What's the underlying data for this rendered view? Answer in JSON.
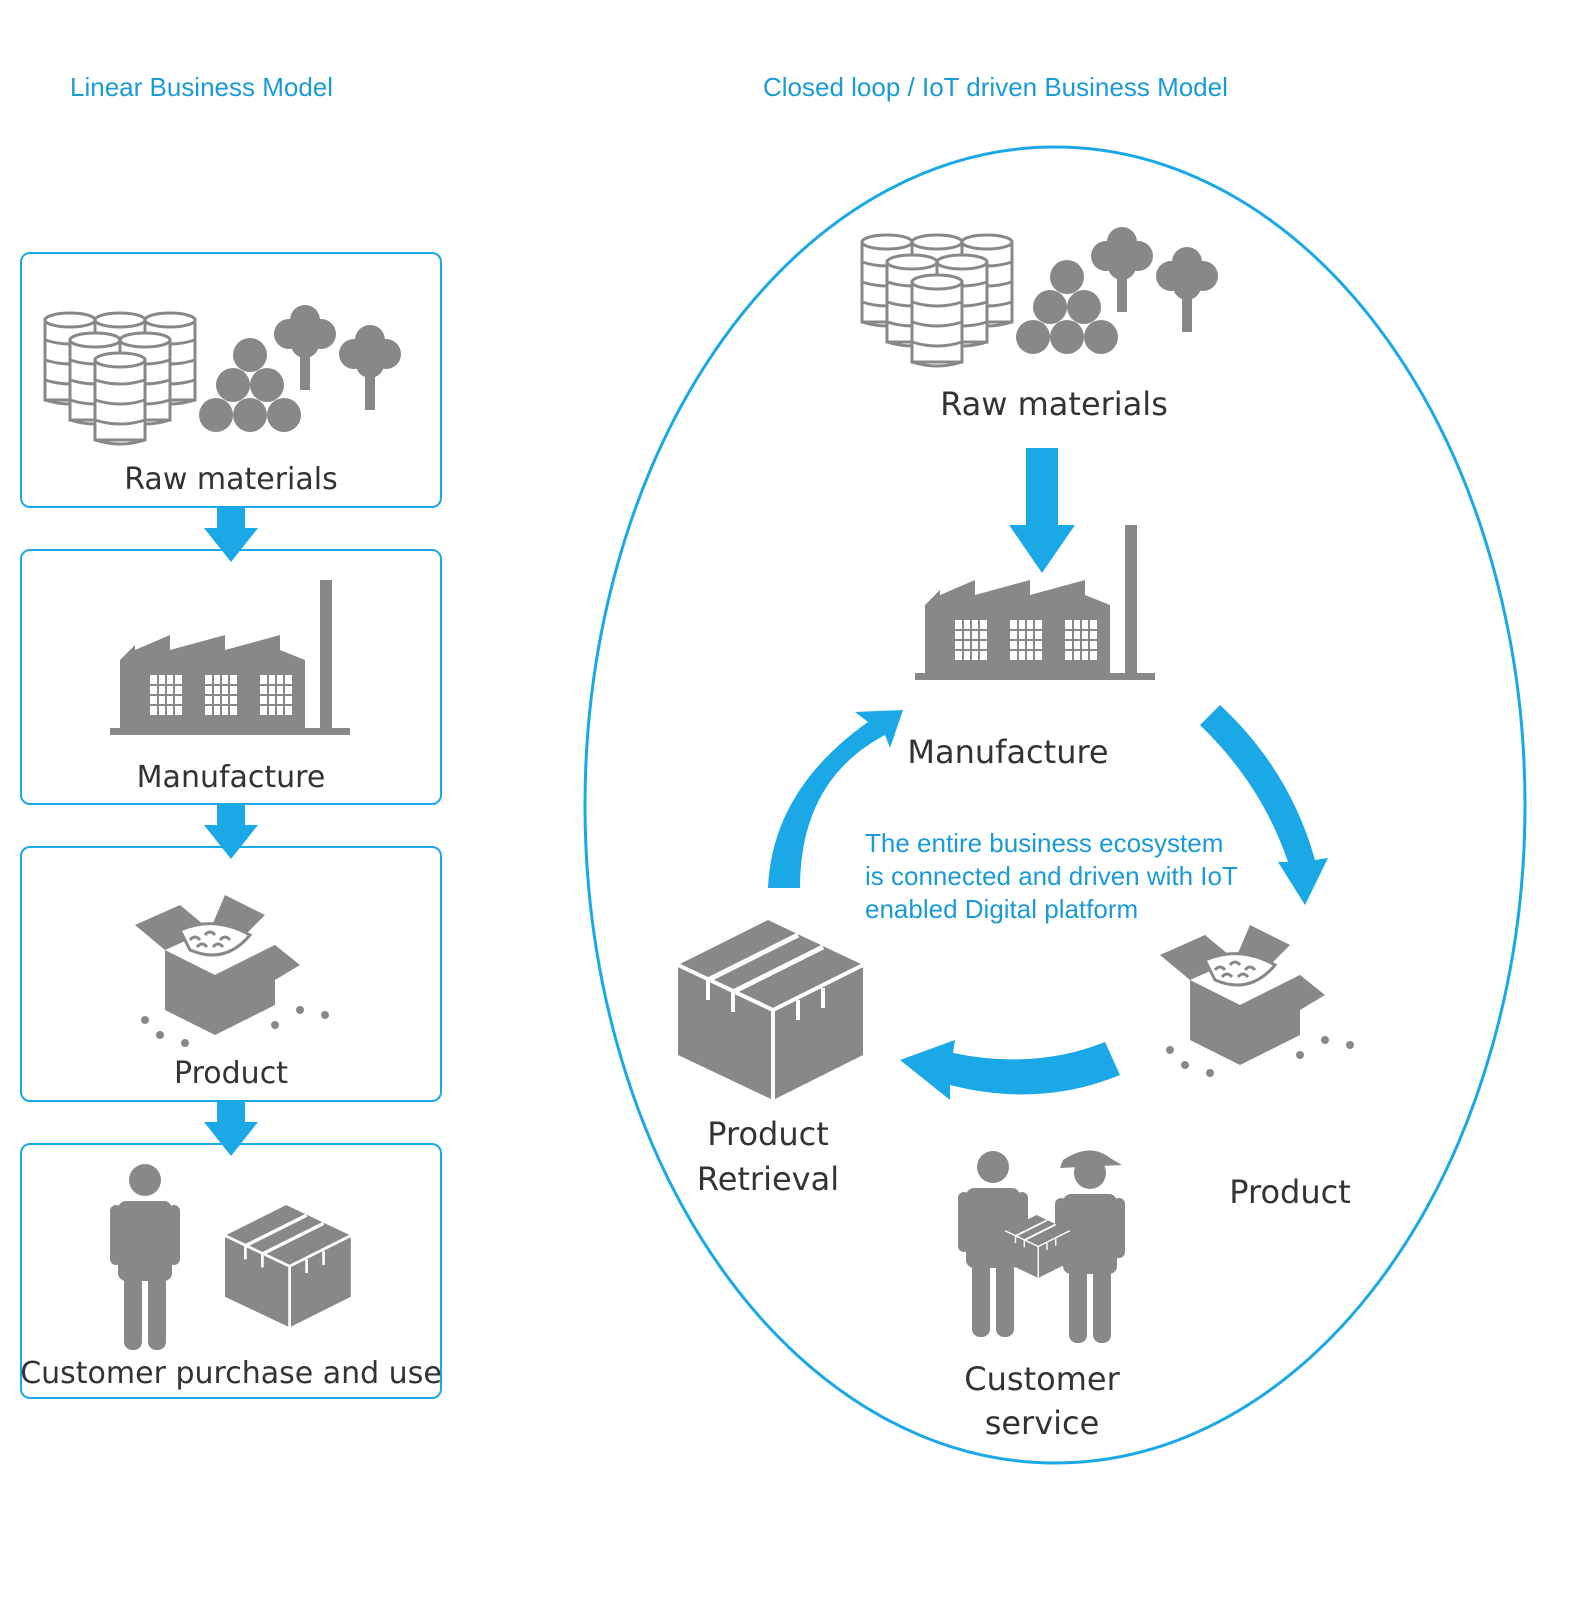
{
  "colors": {
    "accent": "#1aa8e6",
    "icon_gray": "#888888",
    "text": "#333333"
  },
  "linear": {
    "title": "Linear Business Model",
    "steps": [
      {
        "label": "Raw materials",
        "icon": "raw-materials-icon"
      },
      {
        "label": "Manufacture",
        "icon": "factory-icon"
      },
      {
        "label": "Product",
        "icon": "open-box-icon"
      },
      {
        "label": "Customer purchase and use",
        "icon": "customer-with-box-icon"
      }
    ]
  },
  "closed_loop": {
    "title": "Closed loop / IoT driven Business Model",
    "raw_materials": "Raw materials",
    "manufacture": "Manufacture",
    "product": "Product",
    "customer_service_line1": "Customer",
    "customer_service_line2": "service",
    "retrieval_line1": "Product",
    "retrieval_line2": "Retrieval",
    "center_note_line1": "The entire business ecosystem",
    "center_note_line2": "is connected and driven with IoT",
    "center_note_line3": "enabled Digital platform"
  }
}
